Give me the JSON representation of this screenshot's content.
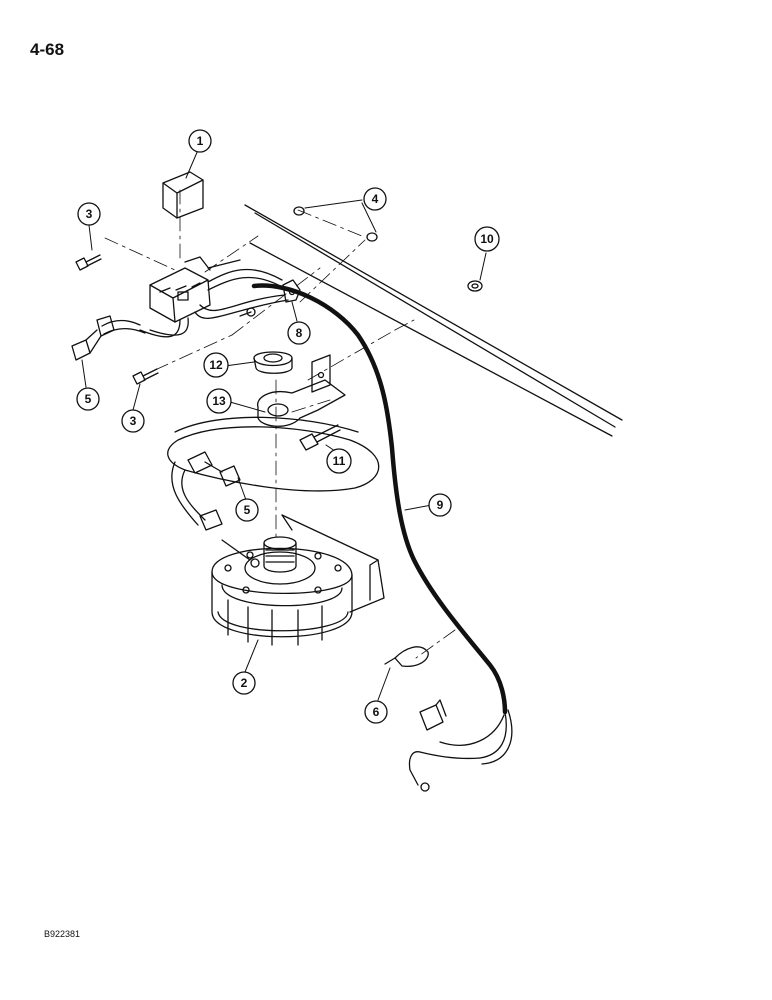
{
  "page_number": "4-68",
  "drawing_code": "B922381",
  "callouts": [
    "1",
    "2",
    "3",
    "3",
    "4",
    "5",
    "5",
    "6",
    "8",
    "9",
    "10",
    "11",
    "12",
    "13"
  ],
  "colors": {
    "ink": "#111111",
    "paper": "#ffffff"
  }
}
